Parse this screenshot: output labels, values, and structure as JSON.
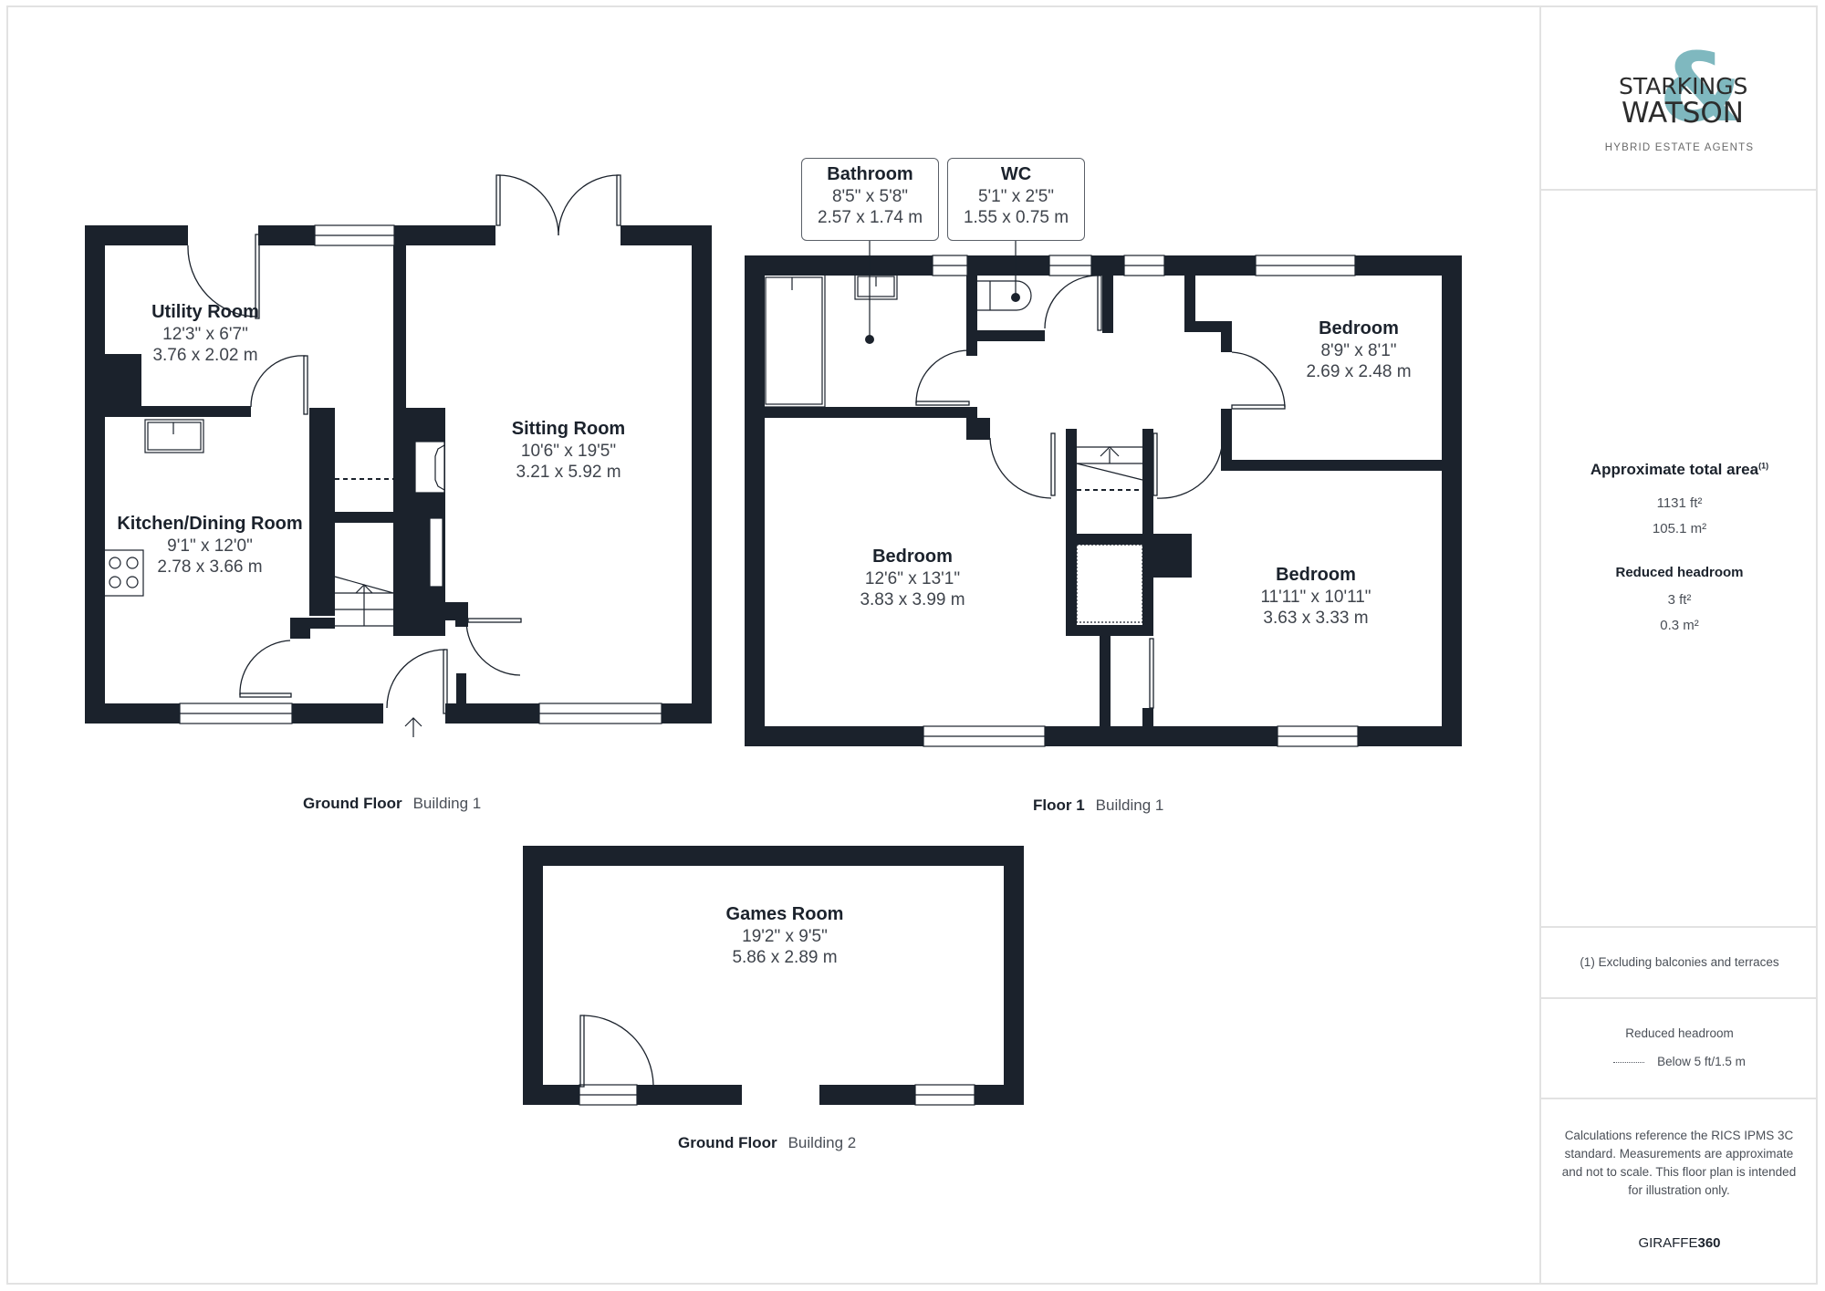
{
  "brand": {
    "logo_line1": "STARKINGS",
    "logo_ampersand": "&",
    "logo_line2": "WATSON",
    "tagline": "HYBRID ESTATE AGENTS",
    "accent_color": "#7fb8bf"
  },
  "area": {
    "title": "Approximate total area",
    "footnote_marker": "(1)",
    "sqft": "1131 ft²",
    "sqm": "105.1 m²",
    "reduced_headroom_title": "Reduced headroom",
    "reduced_sqft": "3 ft²",
    "reduced_sqm": "0.3 m²"
  },
  "footnote": "(1) Excluding balconies and terraces",
  "legend": {
    "title": "Reduced headroom",
    "item": "Below 5 ft/1.5 m"
  },
  "disclaimer": "Calculations reference the RICS IPMS 3C standard. Measurements are approximate and not to scale. This floor plan is intended for illustration only.",
  "credit": {
    "prefix": "GIRAFFE",
    "suffix": "360"
  },
  "wall_color": "#1b222c",
  "floors": [
    {
      "name": "Ground Floor",
      "building": "Building 1",
      "rooms": [
        {
          "name": "Utility Room",
          "imperial": "12'3\" x 6'7\"",
          "metric": "3.76 x 2.02 m"
        },
        {
          "name": "Kitchen/Dining Room",
          "imperial": "9'1\" x 12'0\"",
          "metric": "2.78 x 3.66 m"
        },
        {
          "name": "Sitting Room",
          "imperial": "10'6\" x 19'5\"",
          "metric": "3.21 x 5.92 m"
        }
      ]
    },
    {
      "name": "Floor 1",
      "building": "Building 1",
      "rooms": [
        {
          "name": "Bathroom",
          "imperial": "8'5\" x 5'8\"",
          "metric": "2.57 x 1.74 m"
        },
        {
          "name": "WC",
          "imperial": "5'1\" x 2'5\"",
          "metric": "1.55 x 0.75 m"
        },
        {
          "name": "Bedroom",
          "imperial": "8'9\" x 8'1\"",
          "metric": "2.69 x 2.48 m"
        },
        {
          "name": "Bedroom",
          "imperial": "12'6\" x 13'1\"",
          "metric": "3.83 x 3.99 m"
        },
        {
          "name": "Bedroom",
          "imperial": "11'11\" x 10'11\"",
          "metric": "3.63 x 3.33 m"
        }
      ]
    },
    {
      "name": "Ground Floor",
      "building": "Building 2",
      "rooms": [
        {
          "name": "Games Room",
          "imperial": "19'2\" x 9'5\"",
          "metric": "5.86 x 2.89 m"
        }
      ]
    }
  ]
}
